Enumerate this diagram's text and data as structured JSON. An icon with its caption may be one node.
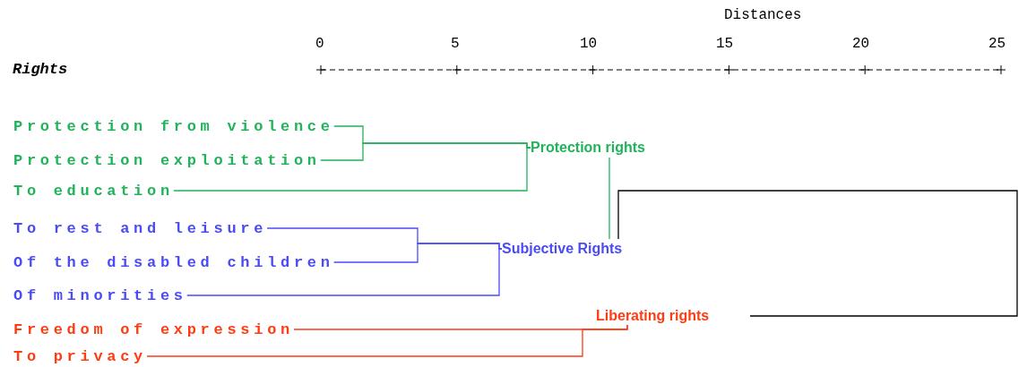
{
  "diagram": {
    "nodes": [
      {
        "text": [
          "Protection from violence"
        ]
      },
      {
        "text": [
          "Protection exploitation"
        ]
      },
      {
        "text": [
          "To education"
        ]
      },
      {
        "text": [
          "To rest and leisure"
        ]
      },
      {
        "text": [
          "Of the disabled children"
        ]
      },
      {
        "text": [
          "Of minorities"
        ]
      },
      {
        "text": [
          "Freedom of expression"
        ]
      },
      {
        "text": [
          "To privacy"
        ]
      },
      {
        "text": [
          "Protection rights"
        ]
      },
      {
        "text": [
          "Subjective Rights"
        ]
      },
      {
        "text": [
          "Liberating rights"
        ]
      }
    ],
    "edges": [
      {
        "from": 0,
        "to": 8,
        "arrow": "none",
        "color": "#21b35a"
      },
      {
        "from": 1,
        "to": 8,
        "arrow": "none",
        "color": "#21b35a"
      },
      {
        "from": 2,
        "to": 8,
        "arrow": "none",
        "color": "#21b35a"
      },
      {
        "from": 3,
        "to": 9,
        "arrow": "none",
        "color": "#4b4bf5"
      },
      {
        "from": 4,
        "to": 9,
        "arrow": "none",
        "color": "#4b4bf5"
      },
      {
        "from": 5,
        "to": 9,
        "arrow": "none",
        "color": "#4b4bf5"
      },
      {
        "from": 6,
        "to": 10,
        "arrow": "none",
        "color": "#ff3b12"
      },
      {
        "from": 7,
        "to": 10,
        "arrow": "none",
        "color": "#ff3b12"
      },
      {
        "from": 8,
        "to": 9,
        "arrow": "none",
        "color": "#21b35a"
      },
      {
        "from": 9,
        "to": 10,
        "arrow": "none",
        "color": "#000000"
      }
    ],
    "labels": [
      "Distances",
      "0",
      "5",
      "10",
      "15",
      "20",
      "25",
      "Rights"
    ]
  }
}
